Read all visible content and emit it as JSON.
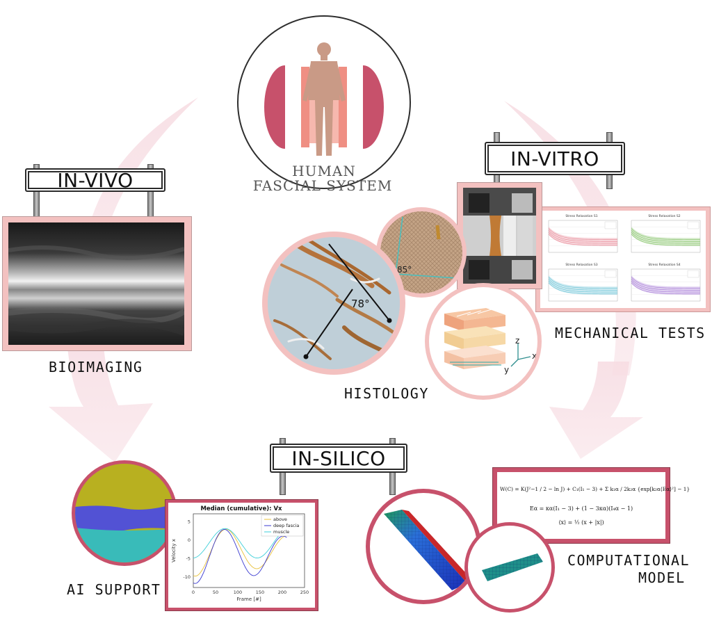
{
  "center": {
    "title_line1": "HUMAN",
    "title_line2": "FASCIAL SYSTEM"
  },
  "signs": {
    "in_vivo": "IN-VIVO",
    "in_vitro": "IN-VITRO",
    "in_silico": "IN-SILICO"
  },
  "labels": {
    "bioimaging": "BIOIMAGING",
    "histology": "HISTOLOGY",
    "mechanical_tests": "MECHANICAL TESTS",
    "ai_support": "AI SUPPORT",
    "computational_model_line1": "COMPUTATIONAL",
    "computational_model_line2": "MODEL"
  },
  "histology": {
    "angle_big": "78°",
    "angle_small": "85°"
  },
  "axes3d": {
    "x": "x",
    "y": "y",
    "z": "z"
  },
  "stress_panels": {
    "titles": [
      "Stress Relaxation S1",
      "Stress Relaxation S2",
      "Stress Relaxation S3",
      "Stress Relaxation S4"
    ],
    "colors": [
      "#e88a98",
      "#86c46a",
      "#6cc4d6",
      "#a77cd6"
    ]
  },
  "ai_chart": {
    "title": "Median (cumulative): Vx",
    "xlabel": "Frame [#]",
    "ylabel": "Velocity x",
    "legend": [
      "above",
      "deep fascia",
      "muscle"
    ],
    "colors": [
      "#e8c13a",
      "#3a3ad0",
      "#3ccfd8"
    ],
    "xticks": [
      "0",
      "50",
      "100",
      "150",
      "200",
      "250"
    ],
    "yticks": [
      "5",
      "0",
      "-5",
      "-10"
    ]
  },
  "equations": {
    "eq1": "W(C) = K(J²−1 / 2 − ln J) + C₁(I₁ − 3) + Σ k₁α / 2k₂α {exp[k₂α⟨Eα⟩²] − 1}",
    "eq2": "Eα = κα(I₁ − 3) + (1 − 3κα)(I₄α − 1)",
    "eq3": "⟨x⟩ = ½ (x + |x|)"
  },
  "colors": {
    "accent": "#c7516b",
    "frame_pink": "#f3c1c0",
    "arrow_pink": "#f7dde3"
  }
}
